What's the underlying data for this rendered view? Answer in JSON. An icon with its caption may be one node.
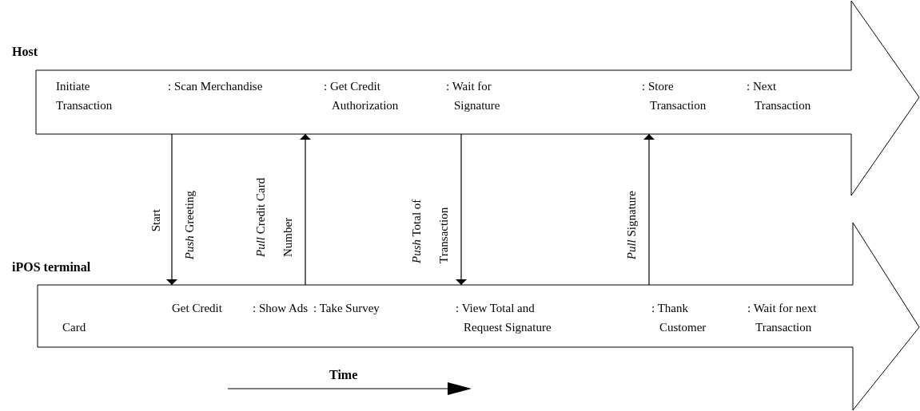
{
  "diagram": {
    "nodes": [
      {
        "text": [
          "Host",
          "Initiate Transaction",
          ": Scan Merchandise",
          ": Get Credit Authorization",
          ": Wait for Signature",
          ": Store Transaction",
          ": Next Transaction"
        ]
      },
      {
        "text": [
          "iPOS terminal",
          "Card",
          "Get Credit",
          ": Show Ads",
          ": Take Survey",
          ": View Total and Request Signature",
          ": Thank Customer",
          ": Wait for next Transaction"
        ]
      }
    ],
    "edges": [
      {
        "from": 0,
        "to": 1,
        "arrow": "to",
        "label": "*Push* Greeting"
      },
      {
        "from": 1,
        "to": 0,
        "arrow": "to",
        "label": "*Pull* Credit Card Number"
      },
      {
        "from": 0,
        "to": 1,
        "arrow": "to",
        "label": "*Push* Total of Transaction"
      },
      {
        "from": 1,
        "to": 0,
        "arrow": "to",
        "label": "*Pull* Signature"
      }
    ],
    "labels": [
      "Start",
      "Time"
    ]
  }
}
